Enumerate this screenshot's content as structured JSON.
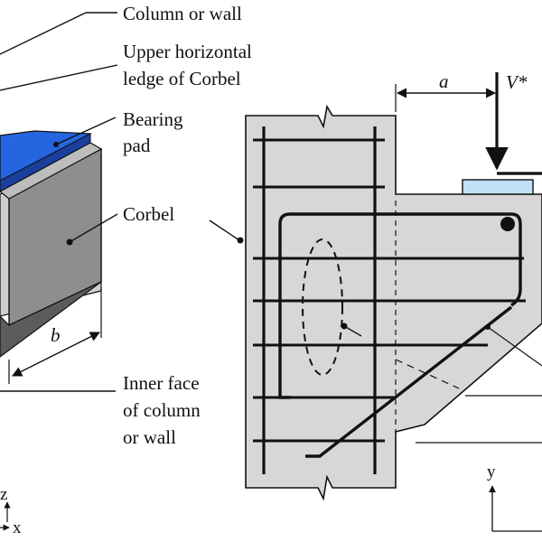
{
  "labels": {
    "column_or_wall": "Column or wall",
    "upper_ledge_line1": "Upper horizontal",
    "upper_ledge_line2": "ledge of Corbel",
    "bearing_pad_line1": "Bearing",
    "bearing_pad_line2": "pad",
    "corbel": "Corbel",
    "inner_face_line1": "Inner face",
    "inner_face_line2": "of column",
    "inner_face_line3": "or wall"
  },
  "dimensions": {
    "width": "b",
    "shear_span": "a",
    "load": "V*"
  },
  "axes": {
    "left_z": "z",
    "left_x": "x",
    "right_y": "y"
  },
  "colors": {
    "bearing_pad_top": "#2566e0",
    "bearing_pad_side": "#1a3f9c",
    "corbel_front": "#8c8c8c",
    "corbel_side": "#cfcfcf",
    "corbel_bottom": "#5a5a5a",
    "concrete": "#d6d6d6",
    "right_bearing_pad": "#bfe2f6",
    "reinforcement": "#111111"
  }
}
